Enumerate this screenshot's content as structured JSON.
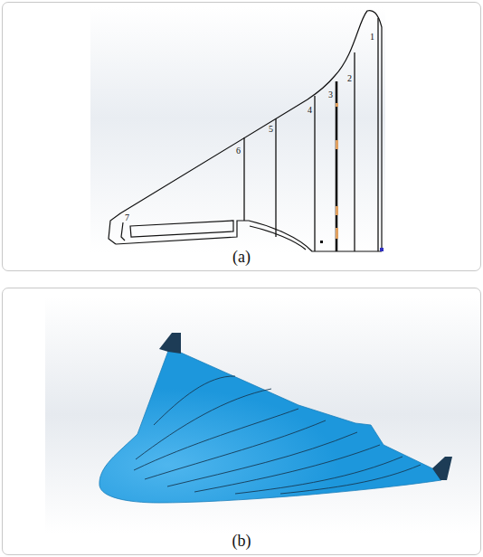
{
  "diagram": {
    "nodes": [
      {
        "text": [
          "(a)"
        ]
      },
      {
        "text": [
          "(b)"
        ]
      }
    ],
    "labels": [
      "1",
      "2",
      "3",
      "4",
      "5",
      "6",
      "7"
    ]
  }
}
